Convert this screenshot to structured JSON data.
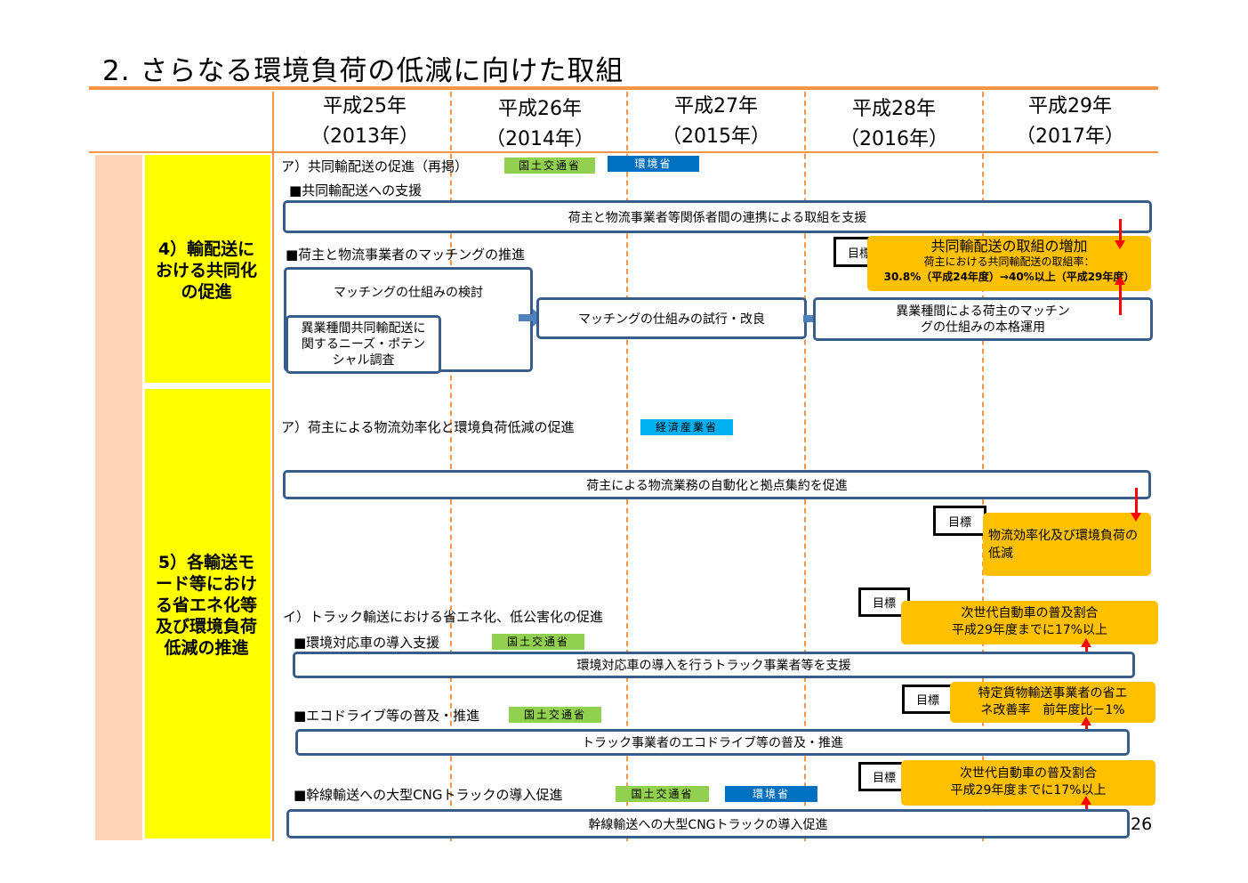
{
  "title": "2. さらなる環境負荷の低減に向けた取組",
  "page_number": "26",
  "years": [
    {
      "jp": "平成25年",
      "ad": "（2013年）"
    },
    {
      "jp": "平成26年",
      "ad": "（2014年）"
    },
    {
      "jp": "平成27年",
      "ad": "（2015年）"
    },
    {
      "jp": "平成28年",
      "ad": "（2016年）"
    },
    {
      "jp": "平成29年",
      "ad": "（2017年）"
    }
  ],
  "categories": {
    "c4": "4）輸配送における共同化の促進",
    "c5": "5）各輸送モード等における省エネ化等及び環境負荷低減の推進"
  },
  "tags": {
    "mlit": "国土交通省",
    "env": "環境省",
    "meti": "経済産業省"
  },
  "section_a1": {
    "heading": "ア）共同輸配送の促進（再掲）",
    "sub1": "■共同輸配送への支援",
    "bar1": "荷主と物流事業者等関係者間の連携による取組を支援",
    "sub2": "■荷主と物流事業者のマッチングの推進",
    "box_review": "マッチングの仕組みの検討",
    "box_survey": "異業種間共同輸配送に関するニーズ・ポテンシャル調査",
    "box_trial": "マッチングの仕組みの試行・改良",
    "box_operate": "異業種間による荷主のマッチングの仕組みの本格運用",
    "goal_label": "目標",
    "goal_title": "共同輸配送の取組の増加",
    "goal_line1": "荷主における共同輸配送の取組率：",
    "goal_line2": "30.8%（平成24年度）→40%以上（平成29年度）"
  },
  "section_a2": {
    "heading": "ア）荷主による物流効率化と環境負荷低減の促進",
    "bar": "荷主による物流業務の自動化と拠点集約を促進",
    "goal_label": "目標",
    "goal_text": "物流効率化及び環境負荷の低減"
  },
  "section_i": {
    "heading": "イ）トラック輸送における省エネ化、低公害化の促進",
    "goal1_label": "目標",
    "goal1_line1": "次世代自動車の普及割合",
    "goal1_line2": "平成29年度までに17%以上",
    "sub1": "■環境対応車の導入支援",
    "bar1": "環境対応車の導入を行うトラック事業者等を支援",
    "goal2_label": "目標",
    "goal2_line1": "特定貨物輸送事業者の省エ",
    "goal2_line2": "ネ改善率　前年度比－1%",
    "sub2": "■エコドライブ等の普及・推進",
    "bar2": "トラック事業者のエコドライブ等の普及・推進",
    "goal3_label": "目標",
    "goal3_line1": "次世代自動車の普及割合",
    "goal3_line2": "平成29年度までに17%以上",
    "sub3": "■幹線輸送への大型CNGトラックの導入促進",
    "bar3": "幹線輸送への大型CNGトラックの導入促進"
  }
}
